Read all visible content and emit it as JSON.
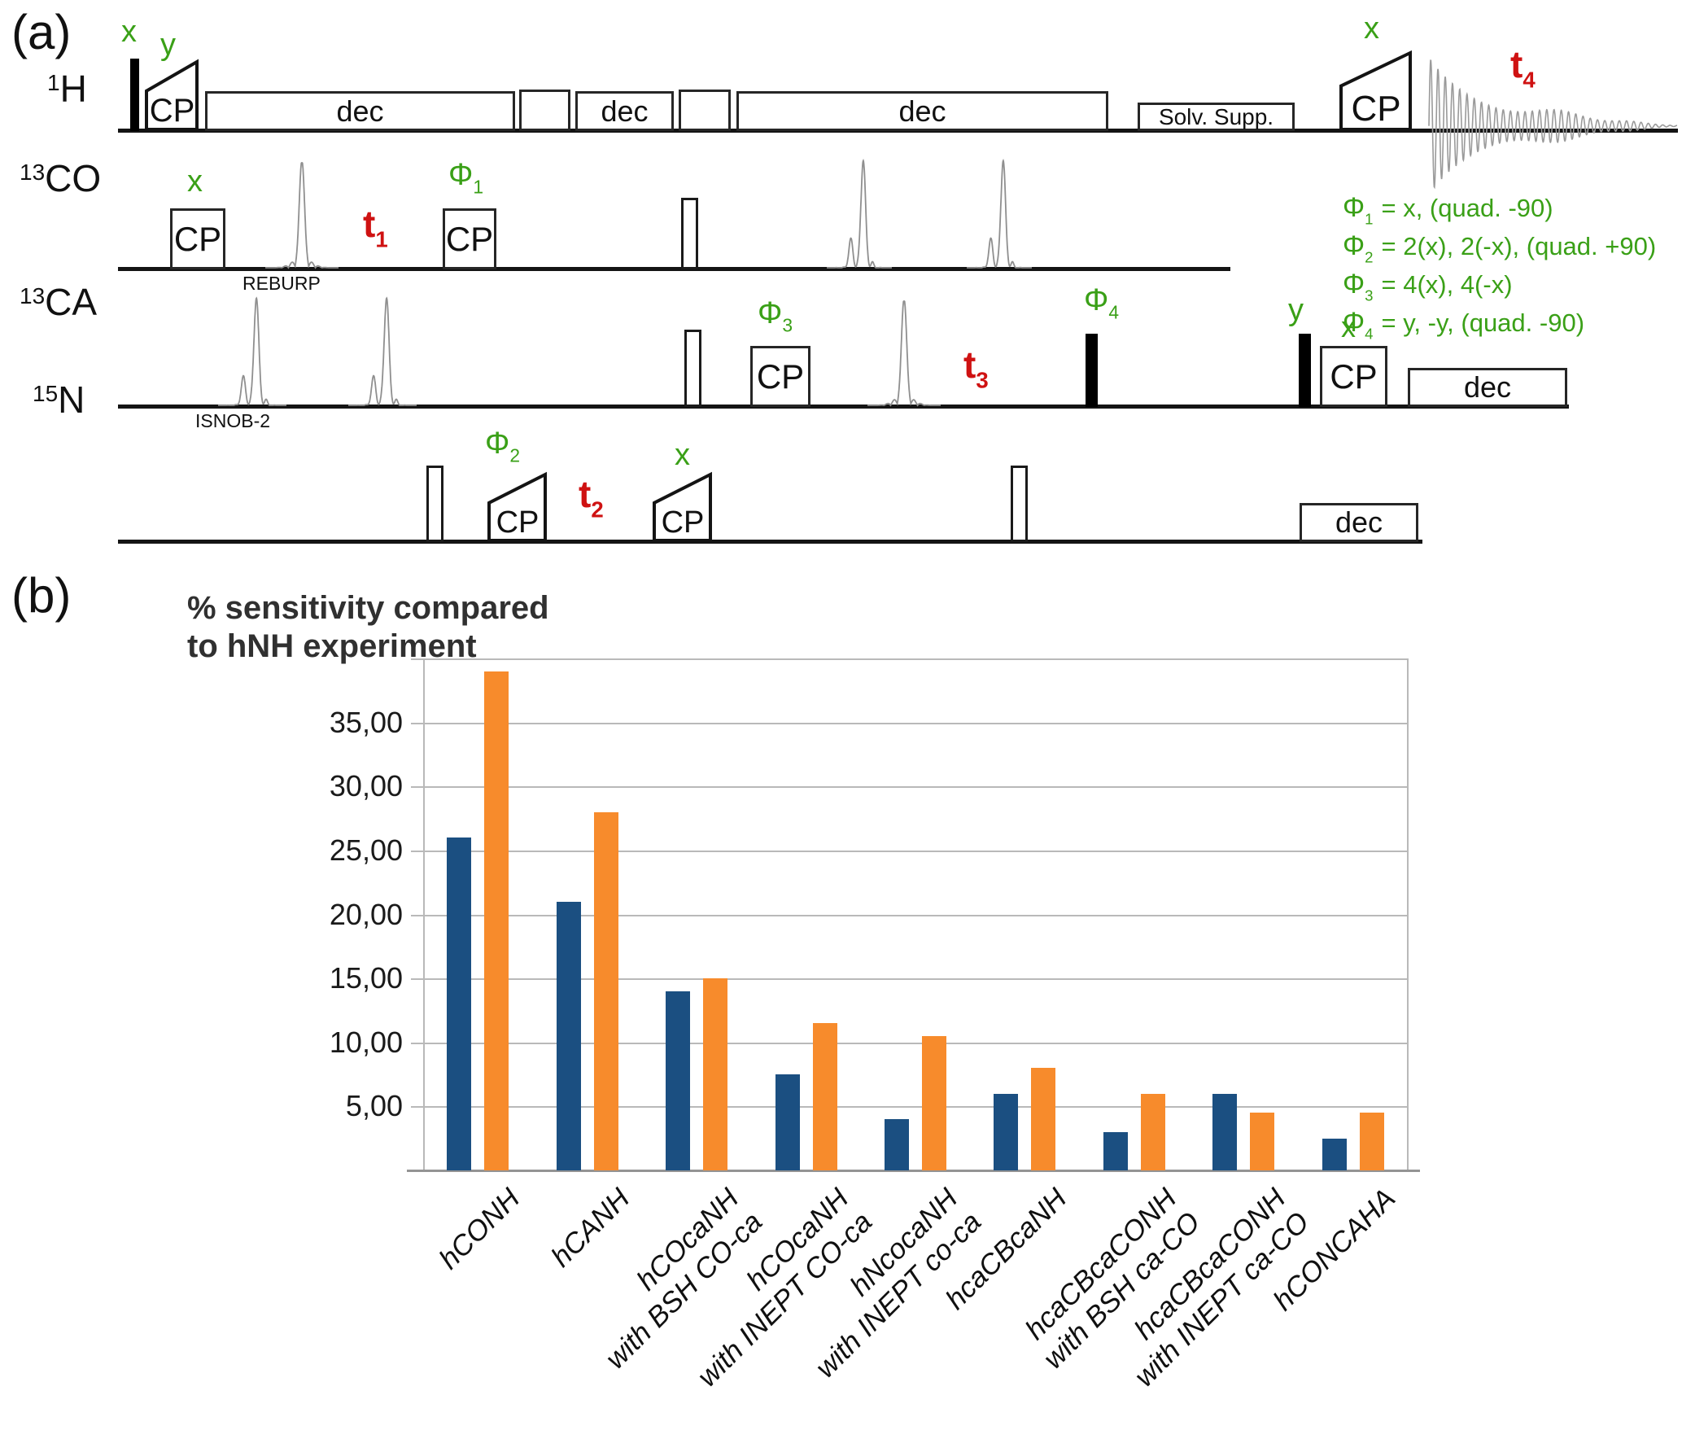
{
  "figure": {
    "panel_a_label": "(a)",
    "panel_b_label": "(b)"
  },
  "sequence": {
    "channels": [
      {
        "sup": "1",
        "name": "H"
      },
      {
        "sup": "13",
        "name": "CO"
      },
      {
        "sup": "13",
        "name": "CA"
      },
      {
        "sup": "15",
        "name": "N"
      }
    ],
    "labels": {
      "cp": "CP",
      "dec": "dec",
      "solv_supp": "Solv. Supp.",
      "reburp": "REBURP",
      "isnob": "ISNOB-2"
    },
    "pulse_phases": {
      "x": "x",
      "y": "y",
      "phi": "Φ",
      "phi1_sub": "1",
      "phi2_sub": "2",
      "phi3_sub": "3",
      "phi4_sub": "4"
    },
    "delays": {
      "t": "t",
      "t1_sub": "1",
      "t2_sub": "2",
      "t3_sub": "3",
      "t4_sub": "4"
    },
    "phase_cycling": [
      {
        "sym": "Φ",
        "sub": "1",
        "rhs": "= x, (quad. -90)"
      },
      {
        "sym": "Φ",
        "sub": "2",
        "rhs": "= 2(x), 2(-x), (quad. +90)"
      },
      {
        "sym": "Φ",
        "sub": "3",
        "rhs": "= 4(x), 4(-x)"
      },
      {
        "sym": "Φ",
        "sub": "4",
        "rhs": "= y, -y, (quad. -90)"
      }
    ],
    "colors": {
      "phase_label_green": "#3aa017",
      "delay_label_red": "#cf1212",
      "shaped_pulse_gray": "#8f8f8f"
    }
  },
  "chart_data": {
    "type": "bar",
    "title_lines": [
      "% sensitivity compared",
      "to hNH experiment"
    ],
    "title": "% sensitivity compared to hNH experiment",
    "categories": [
      [
        "hCONH"
      ],
      [
        "hCANH"
      ],
      [
        "hCOcaNH",
        "with BSH CO-ca"
      ],
      [
        "hCOcaNH",
        "with INEPT CO-ca"
      ],
      [
        "hNcocaNH",
        "with INEPT co-ca"
      ],
      [
        "hcaCBcaNH"
      ],
      [
        "hcaCBcaCONH",
        "with BSH ca-CO"
      ],
      [
        "hcaCBcaCONH",
        "with INEPT ca-CO"
      ],
      [
        "hCONCAHA"
      ]
    ],
    "series": [
      {
        "name": "blue",
        "color": "#1b4f81",
        "values": [
          26,
          21,
          14,
          7.5,
          4,
          6,
          3,
          6,
          2.5
        ]
      },
      {
        "name": "orange",
        "color": "#f78b2c",
        "values": [
          39,
          28,
          15,
          11.5,
          10.5,
          8,
          6,
          4.5,
          4.5
        ]
      }
    ],
    "xlabel": "",
    "ylabel": "",
    "ylim": [
      0,
      40
    ],
    "grid_step": 5,
    "ytick_values": [
      35,
      30,
      25,
      20,
      15,
      10,
      5
    ],
    "ytick_labels": [
      "35,00",
      "30,00",
      "25,00",
      "20,00",
      "15,00",
      "10,00",
      "5,00"
    ],
    "grid": true,
    "legend_position": "none",
    "decimal_separator": ","
  }
}
